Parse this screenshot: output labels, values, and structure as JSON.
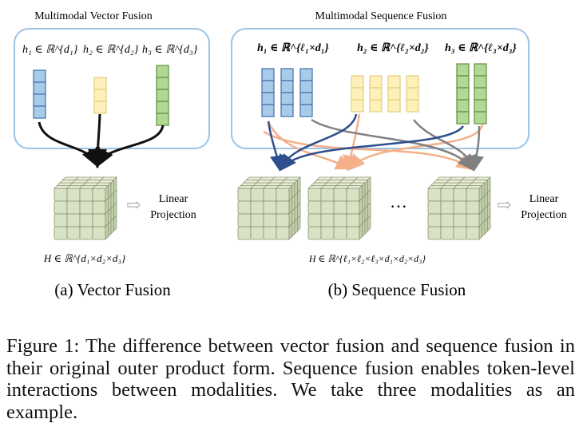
{
  "panels": {
    "a": {
      "title": "Multimodal Vector Fusion",
      "inputs": [
        {
          "label": "h₁ ∈ ℝ^{d₁}",
          "color": "#a9cbea"
        },
        {
          "label": "h₂ ∈ ℝ^{d₂}",
          "color": "#fdf0b8"
        },
        {
          "label": "h₃ ∈ ℝ^{d₃}",
          "color": "#b2d896"
        }
      ],
      "tensor_label": "H ∈ ℝ^{d₁×d₂×d₃}",
      "output_label_1": "Linear",
      "output_label_2": "Projection",
      "subcaption": "(a)  Vector Fusion"
    },
    "b": {
      "title": "Multimodal Sequence Fusion",
      "inputs": [
        {
          "label": "h₁ ∈ ℝ^{ℓ₁×d₁}",
          "color": "#a9cbea"
        },
        {
          "label": "h₂ ∈ ℝ^{ℓ₂×d₂}",
          "color": "#fdf0b8"
        },
        {
          "label": "h₃ ∈ ℝ^{ℓ₃×d₃}",
          "color": "#b2d896"
        }
      ],
      "ellipsis": "···",
      "tensor_label": "H ∈ ℝ^{ℓ₁×ℓ₂×ℓ₃×d₁×d₂×d₃}",
      "output_label_1": "Linear",
      "output_label_2": "Projection",
      "subcaption": "(b)  Sequence Fusion"
    }
  },
  "caption": "Figure 1: The difference between vector fusion and sequence fusion in their original outer product form. Sequence fusion enables token-level interactions between modalities. We take three modalities as an example.",
  "colors": {
    "box_border": "#9ec3e3",
    "blue_vec": "#a9cbea",
    "blue_edge": "#3f6fa6",
    "yellow_vec": "#fdf0b8",
    "yellow_edge": "#e4cf7e",
    "green_vec": "#b2d896",
    "green_edge": "#5f8f3c",
    "cube_face": "#d7e3c4",
    "cube_top": "#e9efd9",
    "cube_side": "#c3d0ac",
    "arrow_blue": "#2e4f8d",
    "arrow_orange": "#f3b08b",
    "arrow_gray": "#808080"
  }
}
